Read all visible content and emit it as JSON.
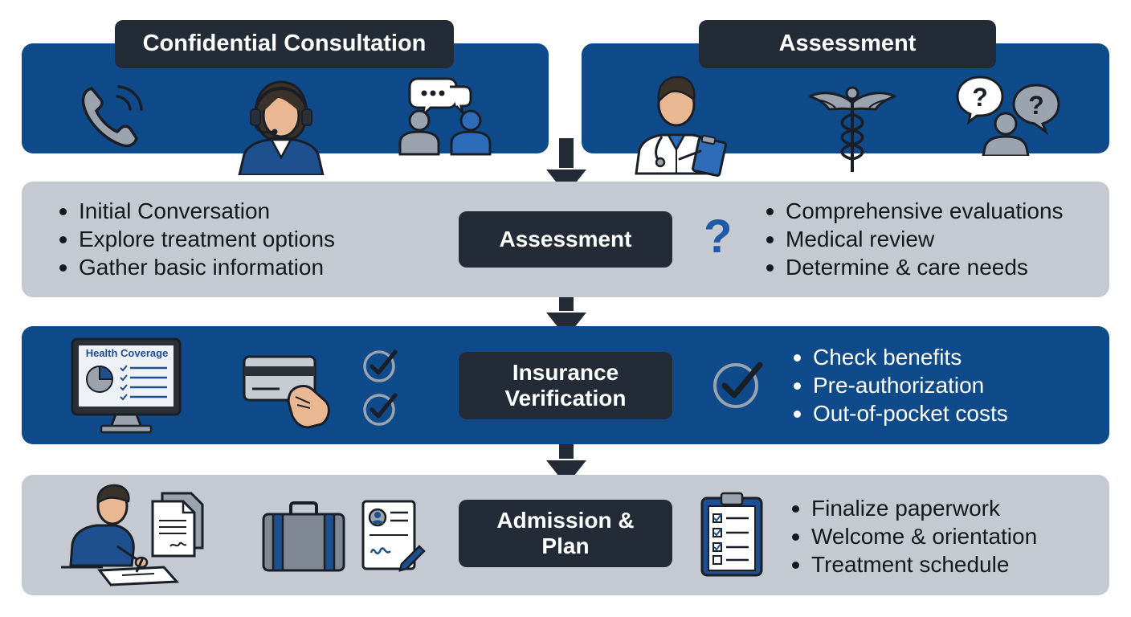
{
  "colors": {
    "navy": "#0f4a8a",
    "gray_band": "#c5cad2",
    "dark_pill": "#232b36",
    "accent": "#1e5aa8"
  },
  "top_left": {
    "title": "Confidential Consultation",
    "icons": [
      "phone-icon",
      "headset-agent-icon",
      "conversation-icon"
    ]
  },
  "top_right": {
    "title": "Assessment",
    "icons": [
      "doctor-icon",
      "caduceus-icon",
      "question-person-icon"
    ]
  },
  "row_assessment": {
    "title": "Assessment",
    "left_bullets": [
      "Initial Conversation",
      "Explore treatment options",
      "Gather basic information"
    ],
    "right_bullets": [
      "Comprehensive evaluations",
      "Medical review",
      "Determine & care needs"
    ],
    "icon": "question-mark-icon"
  },
  "row_insurance": {
    "title_line1": "Insurance",
    "title_line2": "Verification",
    "monitor_label": "Health Coverage",
    "bullets": [
      "Check benefits",
      "Pre-authorization",
      "Out-of-pocket costs"
    ],
    "icons": [
      "monitor-icon",
      "credit-card-icon",
      "checkmark-icon"
    ]
  },
  "row_admission": {
    "title_line1": "Admission &",
    "title_line2": "Plan",
    "bullets": [
      "Finalize paperwork",
      "Welcome & orientation",
      "Treatment schedule"
    ],
    "icons": [
      "person-writing-icon",
      "documents-icon",
      "suitcase-icon",
      "id-form-icon",
      "clipboard-checklist-icon"
    ]
  }
}
